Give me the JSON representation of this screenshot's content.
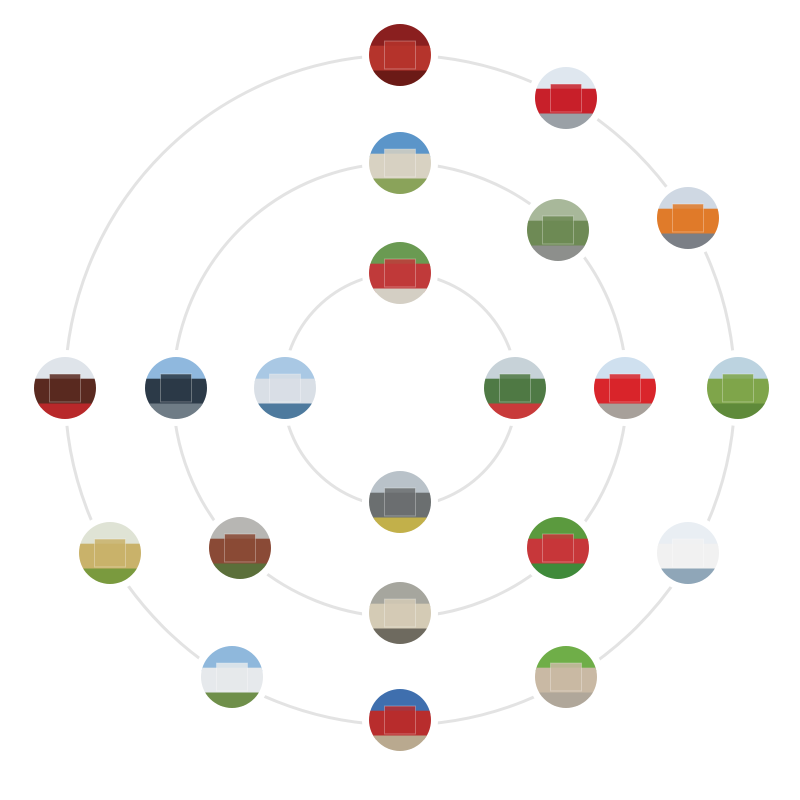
{
  "diagram": {
    "ring_color": "#e3e3e3",
    "thumbnails": [
      {
        "id": "outer-1",
        "sky": "#8a1f1f",
        "mid": "#b5342c",
        "ground": "#6b1a16"
      },
      {
        "id": "outer-2",
        "sky": "#dfe7ef",
        "mid": "#c8202a",
        "ground": "#9aa0a6"
      },
      {
        "id": "outer-3",
        "sky": "#cfd8e3",
        "mid": "#e07b2a",
        "ground": "#7b7f86"
      },
      {
        "id": "outer-4",
        "sky": "#bcd3e0",
        "mid": "#7fa54a",
        "ground": "#5f8a3a"
      },
      {
        "id": "outer-5",
        "sky": "#e9eef3",
        "mid": "#f1f1f1",
        "ground": "#8fa6b8"
      },
      {
        "id": "outer-6",
        "sky": "#6fae48",
        "mid": "#c9b9a4",
        "ground": "#b0a79a"
      },
      {
        "id": "outer-7",
        "sky": "#3f6fae",
        "mid": "#b82d2d",
        "ground": "#b9a98f"
      },
      {
        "id": "outer-8",
        "sky": "#8fb8dc",
        "mid": "#e6e9ec",
        "ground": "#6f8f4a"
      },
      {
        "id": "outer-9",
        "sky": "#dfe3d5",
        "mid": "#c9b26a",
        "ground": "#7a9a3e"
      },
      {
        "id": "outer-10",
        "sky": "#dfe4ea",
        "mid": "#5a2a20",
        "ground": "#b8282a"
      },
      {
        "id": "middle-1",
        "sky": "#5b95c9",
        "mid": "#d8d2c2",
        "ground": "#8aa35a"
      },
      {
        "id": "middle-2",
        "sky": "#a8b89a",
        "mid": "#6e8a55",
        "ground": "#8d8f8c"
      },
      {
        "id": "middle-3",
        "sky": "#cfe0ef",
        "mid": "#d9252b",
        "ground": "#a7a09a"
      },
      {
        "id": "middle-4",
        "sky": "#5b9a3e",
        "mid": "#c7373a",
        "ground": "#3f8a3a"
      },
      {
        "id": "middle-5",
        "sky": "#a6a69e",
        "mid": "#d4cbb5",
        "ground": "#6e6a5f"
      },
      {
        "id": "middle-6",
        "sky": "#b7b6b3",
        "mid": "#8a4a36",
        "ground": "#5b6f3a"
      },
      {
        "id": "middle-7",
        "sky": "#8fb8de",
        "mid": "#2c3a48",
        "ground": "#6f7c86"
      },
      {
        "id": "inner-1",
        "sky": "#6a9a52",
        "mid": "#c03a3a",
        "ground": "#d4cfc4"
      },
      {
        "id": "inner-2",
        "sky": "#a9c8e4",
        "mid": "#d9dfe6",
        "ground": "#4e7a9e"
      },
      {
        "id": "inner-3",
        "sky": "#c7d2d8",
        "mid": "#4f7a45",
        "ground": "#c83a3a"
      },
      {
        "id": "inner-4",
        "sky": "#b9c2c9",
        "mid": "#6b6f70",
        "ground": "#c2b04a"
      }
    ]
  }
}
